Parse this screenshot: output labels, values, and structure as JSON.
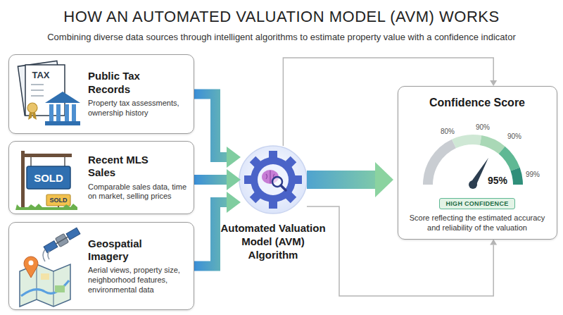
{
  "diagram": {
    "title": "HOW AN AUTOMATED VALUATION MODEL (AVM) WORKS",
    "nodes": [
      {
        "text": [
          "Public Tax Records",
          "Property tax assessments, ownership history"
        ]
      },
      {
        "text": [
          "Recent MLS Sales",
          "Comparable sales data, time on market, selling prices"
        ]
      },
      {
        "text": [
          "Geospatial Imagery",
          "Aerial views, property size, neighborhood features, environmental data"
        ]
      },
      {
        "text": [
          "Automated Valuation Model (AVM) Algorithm"
        ]
      },
      {
        "text": [
          "Confidence Score",
          "Score reflecting the estimated accuracy and reliability of the valuation"
        ]
      },
      {
        "text": [
          "HIGH CONFIDENCE"
        ],
        "in": 4
      }
    ],
    "edges": [
      {
        "from": 0,
        "to": 3,
        "arrow": "to"
      },
      {
        "from": 1,
        "to": 3,
        "arrow": "to"
      },
      {
        "from": 2,
        "to": 3,
        "arrow": "to"
      },
      {
        "from": 3,
        "to": 4,
        "arrow": "to"
      },
      {
        "from": 3,
        "to": 4,
        "arrow": "to"
      },
      {
        "from": 3,
        "to": 4,
        "arrow": "to"
      }
    ],
    "labels": [
      "Combining diverse data sources through intelligent algorithms to estimate property value with a confidence indicator",
      "TAX",
      "SOLD",
      "SOLD",
      "80%",
      "90%",
      "90%",
      "99%",
      "95%"
    ]
  }
}
